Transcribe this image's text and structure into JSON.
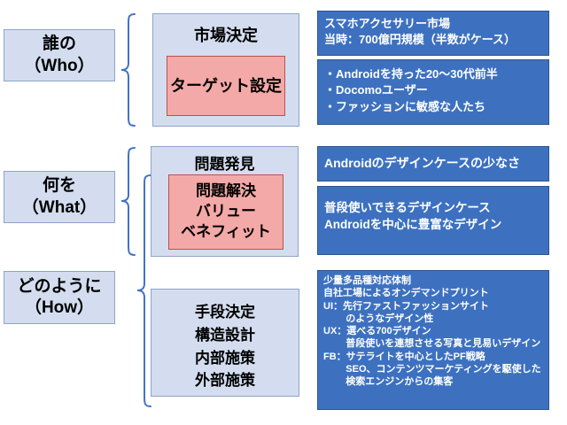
{
  "meta": {
    "colors": {
      "light_blue_fill": "#d3ddef",
      "light_blue_border": "#8ea4c8",
      "pink_fill": "#f3a9a7",
      "pink_border": "#c0504d",
      "blue_panel_fill": "#3d71c0",
      "blue_panel_border": "#2d548f",
      "brace_stroke": "#4472c4",
      "text_dark": "#000000",
      "text_light": "#ffffff",
      "background": "#ffffff"
    }
  },
  "questions": [
    {
      "id": "who",
      "line1": "誰の",
      "line2": "（Who）"
    },
    {
      "id": "what",
      "line1": "何を",
      "line2": "（What）"
    },
    {
      "id": "how",
      "line1": "どのように",
      "line2": "（How）"
    }
  ],
  "stages": [
    {
      "id": "market",
      "title": "市場決定",
      "inner": {
        "type": "pink",
        "lines": [
          "ターゲット設定"
        ]
      }
    },
    {
      "id": "problem",
      "title": "問題発見",
      "inner": {
        "type": "pink",
        "lines": [
          "問題解決",
          "バリュー",
          "ベネフィット"
        ]
      }
    },
    {
      "id": "means",
      "title": "",
      "inner": {
        "type": "plain",
        "lines": [
          "手段決定",
          "構造設計",
          "内部施策",
          "外部施策"
        ]
      }
    }
  ],
  "panels": [
    {
      "id": "market-size",
      "lines": [
        {
          "text": "スマホアクセサリー市場",
          "indent": false
        },
        {
          "text": "当時：700億円規模（半数がケース）",
          "indent": false
        }
      ]
    },
    {
      "id": "target-persona",
      "lines": [
        {
          "text": "・Androidを持った20～30代前半",
          "indent": false
        },
        {
          "text": "・Docomoユーザー",
          "indent": false
        },
        {
          "text": "・ファッションに敏感な人たち",
          "indent": false
        }
      ]
    },
    {
      "id": "problem-statement",
      "lines": [
        {
          "text": "Androidのデザインケースの少なさ",
          "indent": false
        }
      ]
    },
    {
      "id": "value-benefit",
      "lines": [
        {
          "text": "普段使いできるデザインケース",
          "indent": false
        },
        {
          "text": "Androidを中心に豊富なデザイン",
          "indent": false
        }
      ]
    },
    {
      "id": "execution-plan",
      "lines": [
        {
          "text": "少量多品種対応体制",
          "indent": false
        },
        {
          "text": "自社工場によるオンデマンドプリント",
          "indent": false
        },
        {
          "text": "UI：先行ファストファッションサイト",
          "indent": false
        },
        {
          "text": "のようなデザイン性",
          "indent": true
        },
        {
          "text": "UX：選べる700デザイン",
          "indent": false
        },
        {
          "text": "普段使いを連想させる写真と見易いデザイン",
          "indent": true
        },
        {
          "text": "FB：サテライトを中心としたPF戦略",
          "indent": false
        },
        {
          "text": "SEO、コンテンツマーケティングを駆使した",
          "indent": true
        },
        {
          "text": "検索エンジンからの集客",
          "indent": true
        }
      ]
    }
  ],
  "braces": [
    {
      "id": "who-brace",
      "label": "brace-who"
    },
    {
      "id": "what-brace",
      "label": "brace-what"
    },
    {
      "id": "how-brace",
      "label": "brace-how"
    }
  ]
}
